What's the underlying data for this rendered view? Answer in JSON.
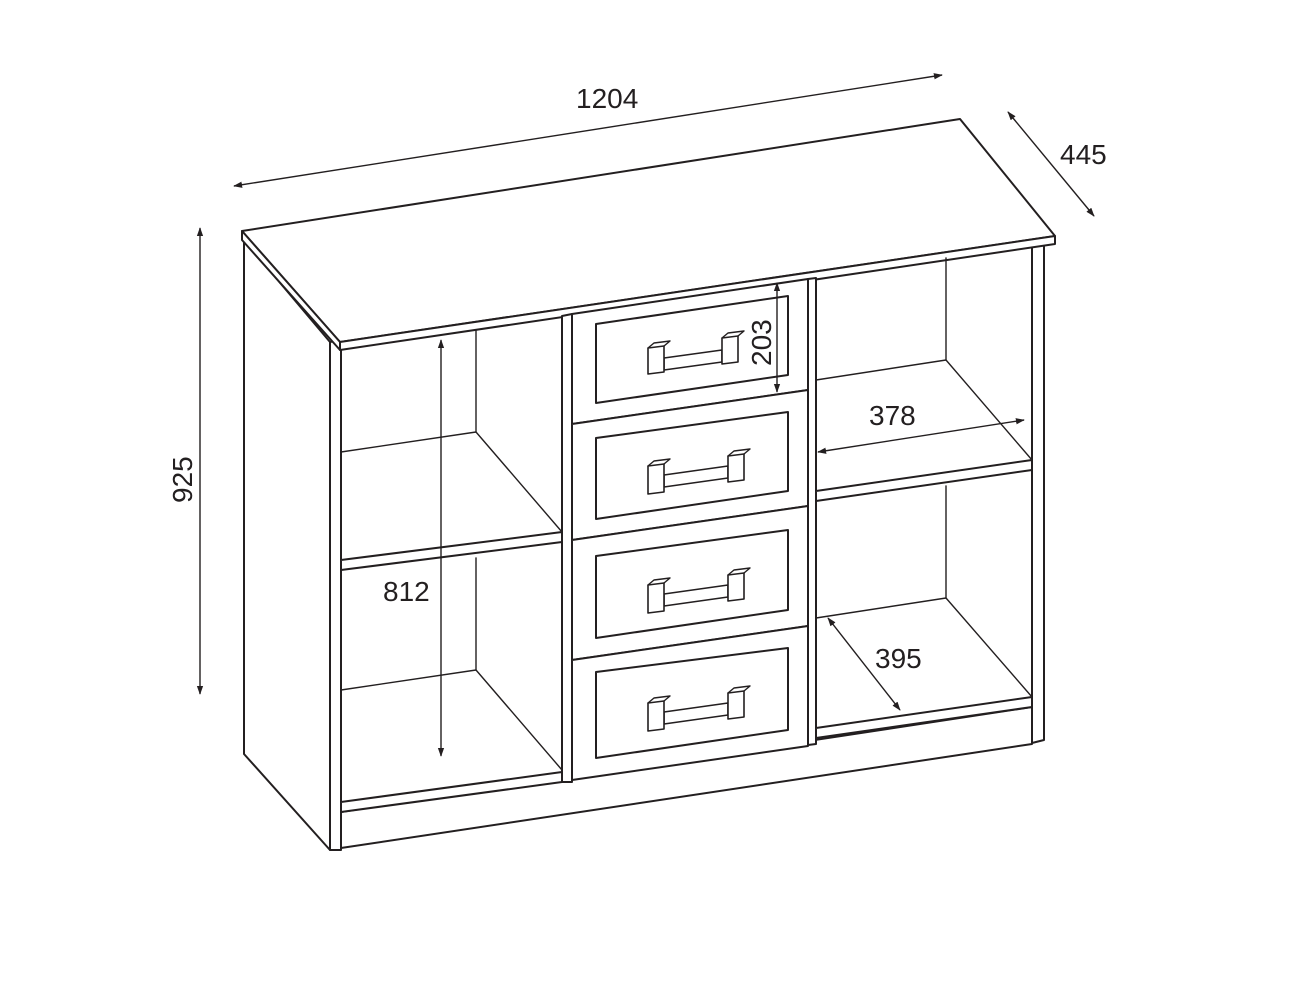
{
  "drawing": {
    "stroke_color": "#231f20",
    "background": "#ffffff"
  },
  "dimensions": {
    "width": "1204",
    "depth": "445",
    "height": "925",
    "drawer_height": "203",
    "shelf_width": "378",
    "inner_height": "812",
    "shelf_depth": "395"
  }
}
